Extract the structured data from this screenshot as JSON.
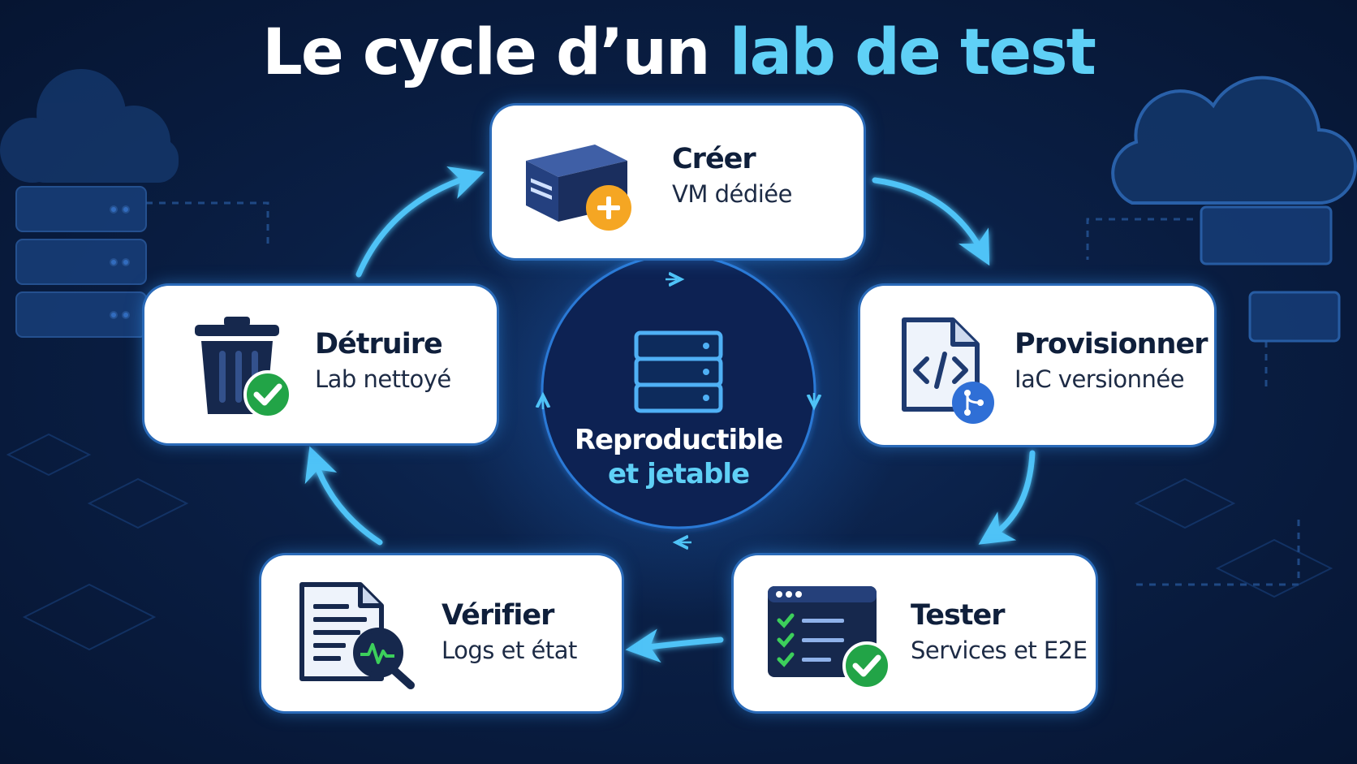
{
  "title": {
    "part1": "Le cycle d’un ",
    "part2": "lab de test"
  },
  "center": {
    "line1": "Reproductible",
    "line2": "et jetable"
  },
  "steps": [
    {
      "title": "Créer",
      "subtitle": "VM dédiée",
      "icon": "server-add-icon"
    },
    {
      "title": "Provisionner",
      "subtitle": "IaC versionnée",
      "icon": "code-file-git-icon"
    },
    {
      "title": "Tester",
      "subtitle": "Services et E2E",
      "icon": "checklist-window-icon"
    },
    {
      "title": "Vérifier",
      "subtitle": "Logs et état",
      "icon": "log-inspect-icon"
    },
    {
      "title": "Détruire",
      "subtitle": "Lab nettoyé",
      "icon": "trash-check-icon"
    }
  ],
  "colors": {
    "accent": "#5fd0f6",
    "navy": "#0a1f45",
    "check": "#22a447",
    "plus": "#f5a623",
    "git": "#2f6fd6"
  }
}
